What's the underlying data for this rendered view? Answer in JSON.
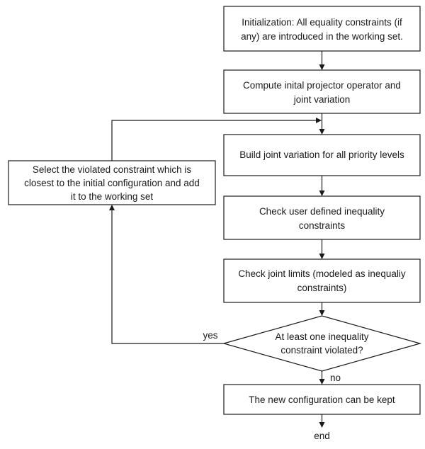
{
  "diagram": {
    "nodes": {
      "init": {
        "lines": [
          "Initialization: All equality constraints (if",
          "any) are introduced in the working set."
        ]
      },
      "compute": {
        "lines": [
          "Compute inital projector operator and",
          "joint variation"
        ]
      },
      "build": {
        "lines": [
          "Build joint variation for all priority levels"
        ]
      },
      "check_user": {
        "lines": [
          "Check user defined inequality",
          "constraints"
        ]
      },
      "check_limits": {
        "lines": [
          "Check joint limits (modeled as inequaliy",
          "constraints)"
        ]
      },
      "decision": {
        "lines": [
          "At least one inequality",
          "constraint violated?"
        ]
      },
      "select": {
        "lines": [
          "Select the violated constraint which is",
          "closest to the initial configuration and add",
          "it to the working set"
        ]
      },
      "keep": {
        "lines": [
          "The new configuration can be kept"
        ]
      },
      "end": {
        "lines": [
          "end"
        ]
      }
    },
    "edge_labels": {
      "yes": "yes",
      "no": "no"
    }
  }
}
